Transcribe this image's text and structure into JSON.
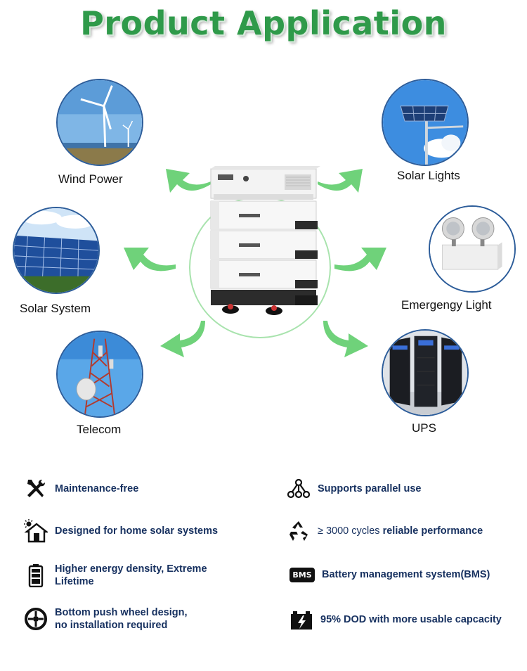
{
  "title": "Product Application",
  "applications": [
    {
      "id": "wind",
      "label": "Wind Power"
    },
    {
      "id": "solar-lights",
      "label": "Solar Lights"
    },
    {
      "id": "solar-system",
      "label": "Solar System"
    },
    {
      "id": "emergency",
      "label": "Emergengy Light"
    },
    {
      "id": "telecom",
      "label": "Telecom"
    },
    {
      "id": "ups",
      "label": "UPS"
    }
  ],
  "features": [
    {
      "icon": "wrench-screwdriver-icon",
      "text": "Maintenance-free"
    },
    {
      "icon": "parallel-nodes-icon",
      "text": "Supports parallel use"
    },
    {
      "icon": "solar-house-icon",
      "text": "Designed for home solar systems"
    },
    {
      "icon": "recycle-icon",
      "prefix": "≥ 3000 cycles",
      "text": " reliable performance"
    },
    {
      "icon": "battery-icon",
      "line1": "Higher energy density, Extreme",
      "line2": "Lifetime"
    },
    {
      "icon": "bms-badge-icon",
      "badge": "BMS",
      "text": "Battery management system(BMS)"
    },
    {
      "icon": "wheel-icon",
      "line1": "Bottom push wheel design,",
      "line2": "no installation required"
    },
    {
      "icon": "car-battery-icon",
      "text": "95% DOD with more usable capcacity"
    }
  ],
  "colors": {
    "title": "#2f9a4a",
    "arrow": "#6fd27a",
    "feature_text": "#16305f",
    "circle_border": "#2d5d9a"
  }
}
